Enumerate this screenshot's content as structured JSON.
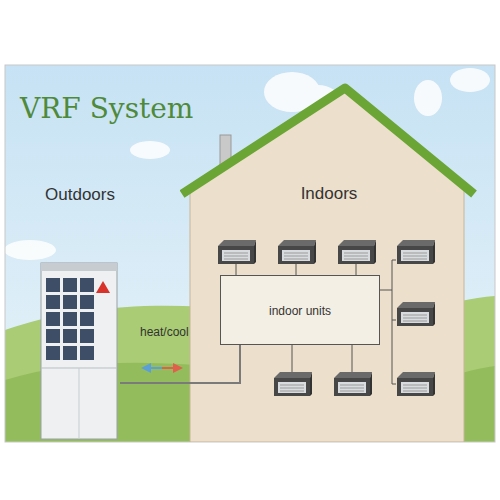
{
  "diagram": {
    "title": "VRF System",
    "nodes": [
      {
        "text": [
          "Outdoors"
        ]
      },
      {
        "text": [
          "Indoors"
        ]
      },
      {
        "text": [
          "indoor units"
        ],
        "in": 1
      }
    ],
    "edges": [
      {
        "from": 0,
        "to": 2,
        "arrow": "none",
        "label": "heat/cool"
      }
    ]
  }
}
